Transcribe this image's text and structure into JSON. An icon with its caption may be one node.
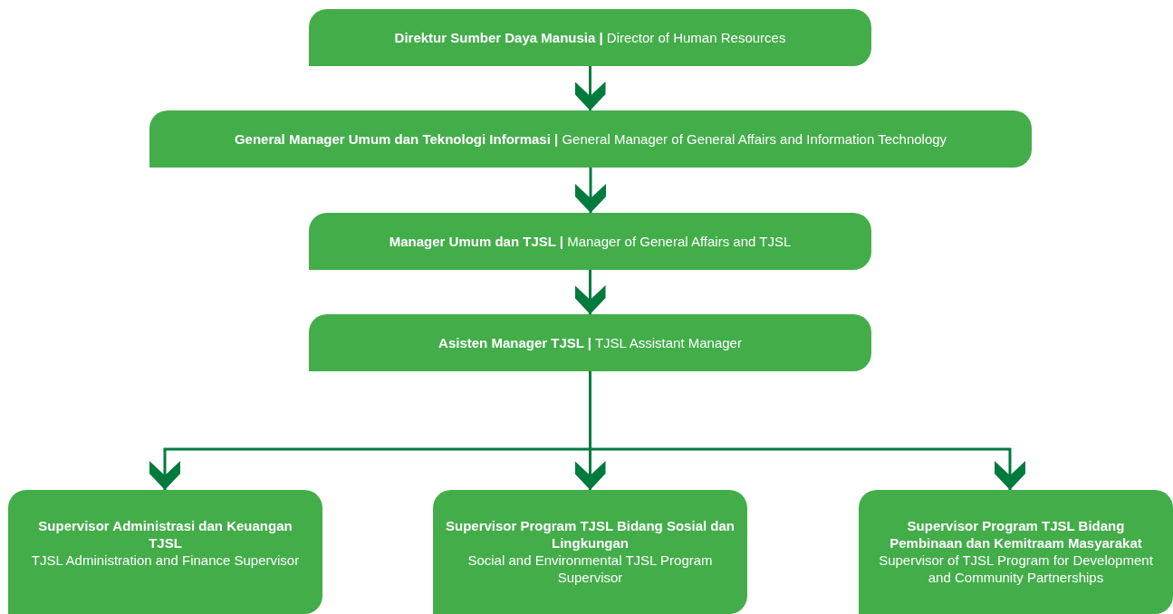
{
  "diagram": {
    "nodes": [
      {
        "text": [
          "**Direktur Sumber Daya Manusia |** Director of Human Resources"
        ]
      },
      {
        "text": [
          "**General Manager Umum dan Teknologi Informasi |** General Manager of General Affairs and Information Technology"
        ]
      },
      {
        "text": [
          "**Manager Umum dan TJSL |** Manager of General Affairs and TJSL"
        ]
      },
      {
        "text": [
          "**Asisten Manager TJSL |** TJSL Assistant Manager"
        ]
      },
      {
        "text": [
          "Supervisor Administrasi dan Keuangan TJSL",
          "TJSL Administration and Finance Supervisor"
        ]
      },
      {
        "text": [
          "Supervisor Program TJSL Bidang Sosial dan Lingkungan",
          "Social and Environmental TJSL Program Supervisor"
        ]
      },
      {
        "text": [
          "Supervisor Program TJSL Bidang Pembinaan dan Kemitraam Masyarakat",
          "Supervisor of TJSL Program for Development and Community Partnerships"
        ]
      }
    ],
    "edges": [
      {
        "from": 0,
        "to": 1,
        "arrow": "to"
      },
      {
        "from": 1,
        "to": 2,
        "arrow": "to"
      },
      {
        "from": 2,
        "to": 3,
        "arrow": "to"
      },
      {
        "from": 3,
        "to": 4,
        "arrow": "to"
      },
      {
        "from": 3,
        "to": 5,
        "arrow": "to"
      },
      {
        "from": 3,
        "to": 6,
        "arrow": "to"
      }
    ]
  }
}
